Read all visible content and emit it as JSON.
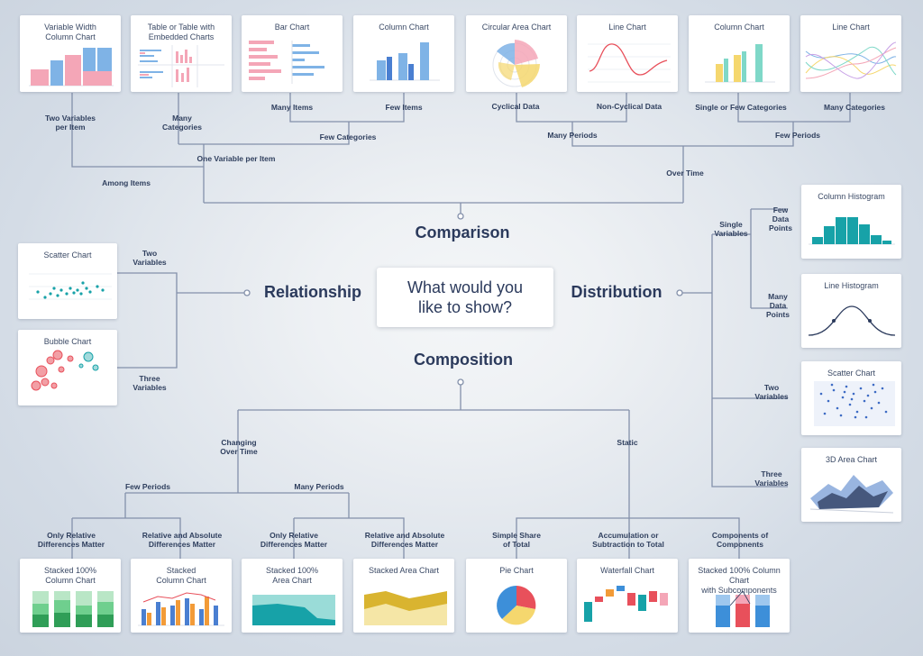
{
  "center_question": "What would you\nlike to show?",
  "sections": {
    "comparison": "Comparison",
    "relationship": "Relationship",
    "distribution": "Distribution",
    "composition": "Composition"
  },
  "cards": {
    "variable_width": "Variable Width\nColumn Chart",
    "table_embedded": "Table or Table with\nEmbedded Charts",
    "bar_chart": "Bar Chart",
    "column_chart_few": "Column Chart",
    "circular_area": "Circular Area Chart",
    "line_chart_noncyc": "Line Chart",
    "column_chart_periods": "Column Chart",
    "line_chart_many": "Line Chart",
    "scatter_rel": "Scatter Chart",
    "bubble": "Bubble Chart",
    "column_histogram": "Column Histogram",
    "line_histogram": "Line Histogram",
    "scatter_dist": "Scatter Chart",
    "area_3d": "3D Area Chart",
    "stacked100_col": "Stacked 100%\nColumn Chart",
    "stacked_col": "Stacked\nColumn Chart",
    "stacked100_area": "Stacked 100%\nArea Chart",
    "stacked_area": "Stacked Area Chart",
    "pie": "Pie Chart",
    "waterfall": "Waterfall Chart",
    "stacked100_sub": "Stacked 100% Column Chart\nwith Subcomponents"
  },
  "labels": {
    "two_vars_per_item": "Two Variables\nper Item",
    "many_categories_table": "Many\nCategories",
    "many_items": "Many Items",
    "few_items": "Few Items",
    "few_categories": "Few Categories",
    "one_var_per_item": "One Variable per Item",
    "among_items": "Among Items",
    "cyclical": "Cyclical Data",
    "non_cyclical": "Non-Cyclical Data",
    "single_few": "Single or Few Categories",
    "many_categories": "Many Categories",
    "many_periods_top": "Many Periods",
    "few_periods_top": "Few Periods",
    "over_time": "Over Time",
    "rel_two_vars": "Two\nVariables",
    "rel_three_vars": "Three\nVariables",
    "single_variables": "Single\nVariables",
    "few_data_points": "Few\nData\nPoints",
    "many_data_points": "Many\nData\nPoints",
    "dist_two_vars": "Two\nVariables",
    "dist_three_vars": "Three\nVariables",
    "changing_over_time": "Changing\nOver Time",
    "static": "Static",
    "few_periods_bottom": "Few Periods",
    "many_periods_bottom": "Many Periods",
    "only_rel_1": "Only Relative\nDifferences Matter",
    "rel_abs_1": "Relative and Absolute\nDifferences Matter",
    "only_rel_2": "Only Relative\nDifferences Matter",
    "rel_abs_2": "Relative and Absolute\nDifferences Matter",
    "simple_share": "Simple Share\nof Total",
    "accumulation": "Accumulation or\nSubtraction to Total",
    "components": "Components of\nComponents"
  },
  "colors": {
    "connector": "#8390aa",
    "pink": "#f4a6b7",
    "blue": "#7fb3e6",
    "teal": "#17a2a8",
    "green": "#3cba68",
    "yellow": "#f5d76e",
    "red": "#e8505b",
    "orange": "#f29b38"
  }
}
